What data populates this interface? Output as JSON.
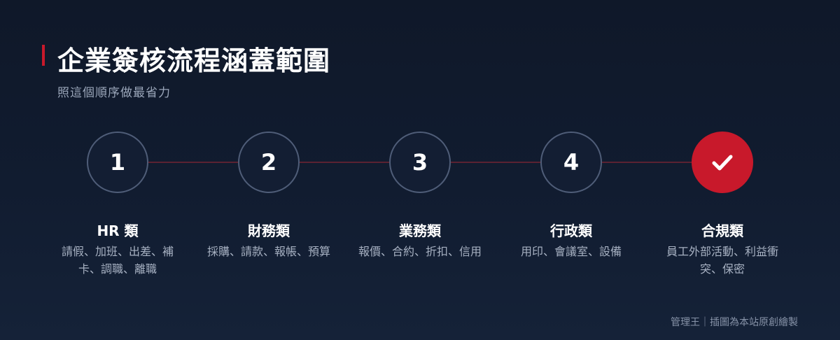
{
  "header": {
    "title": "企業簽核流程涵蓋範圍",
    "subtitle": "照這個順序做最省力"
  },
  "steps": [
    {
      "marker": "1",
      "title": "HR 類",
      "description": "請假、加班、出差、補卡、調職、離職"
    },
    {
      "marker": "2",
      "title": "財務類",
      "description": "採購、請款、報帳、預算"
    },
    {
      "marker": "3",
      "title": "業務類",
      "description": "報價、合約、折扣、信用"
    },
    {
      "marker": "4",
      "title": "行政類",
      "description": "用印、會議室、設備"
    },
    {
      "marker_icon": "check-icon",
      "title": "合規類",
      "description": "員工外部活動、利益衝突、保密"
    }
  ],
  "footer": {
    "credit": "管理王｜插圖為本站原創繪製"
  },
  "colors": {
    "accent": "#c8192b",
    "background": "#111c30",
    "circle_border": "#4f5d78"
  }
}
